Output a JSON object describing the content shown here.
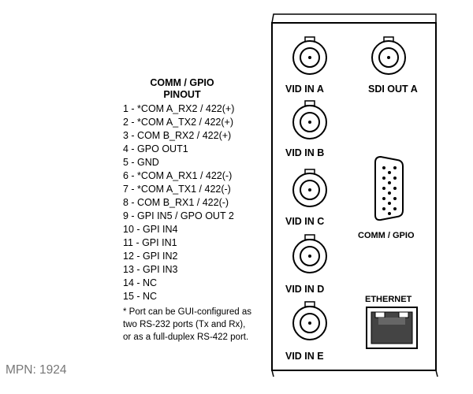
{
  "pinout": {
    "title_line1": "COMM / GPIO",
    "title_line2": "PINOUT",
    "pins": [
      "1 - *COM A_RX2 / 422(+)",
      "2 - *COM A_TX2 / 422(+)",
      "3 - COM B_RX2 / 422(+)",
      "4 - GPO OUT1",
      "5 - GND",
      "6 - *COM A_RX1 / 422(-)",
      "7 - *COM A_TX1 / 422(-)",
      "8 - COM B_RX1 / 422(-)",
      "9 - GPI IN5 / GPO OUT 2",
      "10 - GPI IN4",
      "11 - GPI IN1",
      "12 - GPI IN2",
      "13 - GPI IN3",
      "14 - NC",
      "15 - NC"
    ],
    "note_lines": [
      "* Port can be GUI-configured as",
      "two RS-232 ports (Tx and Rx),",
      "or as a full-duplex RS-422 port."
    ]
  },
  "mpn": "MPN: 1924",
  "panel": {
    "connectors": {
      "vid_in_a": "VID IN A",
      "sdi_out_a": "SDI OUT A",
      "vid_in_b": "VID IN B",
      "vid_in_c": "VID IN C",
      "vid_in_d": "VID IN D",
      "vid_in_e": "VID IN E",
      "comm_gpio": "COMM / GPIO",
      "ethernet": "ETHERNET"
    }
  },
  "icons": [
    "bnc-connector-icon",
    "db15-connector-icon",
    "rj45-ethernet-icon"
  ]
}
